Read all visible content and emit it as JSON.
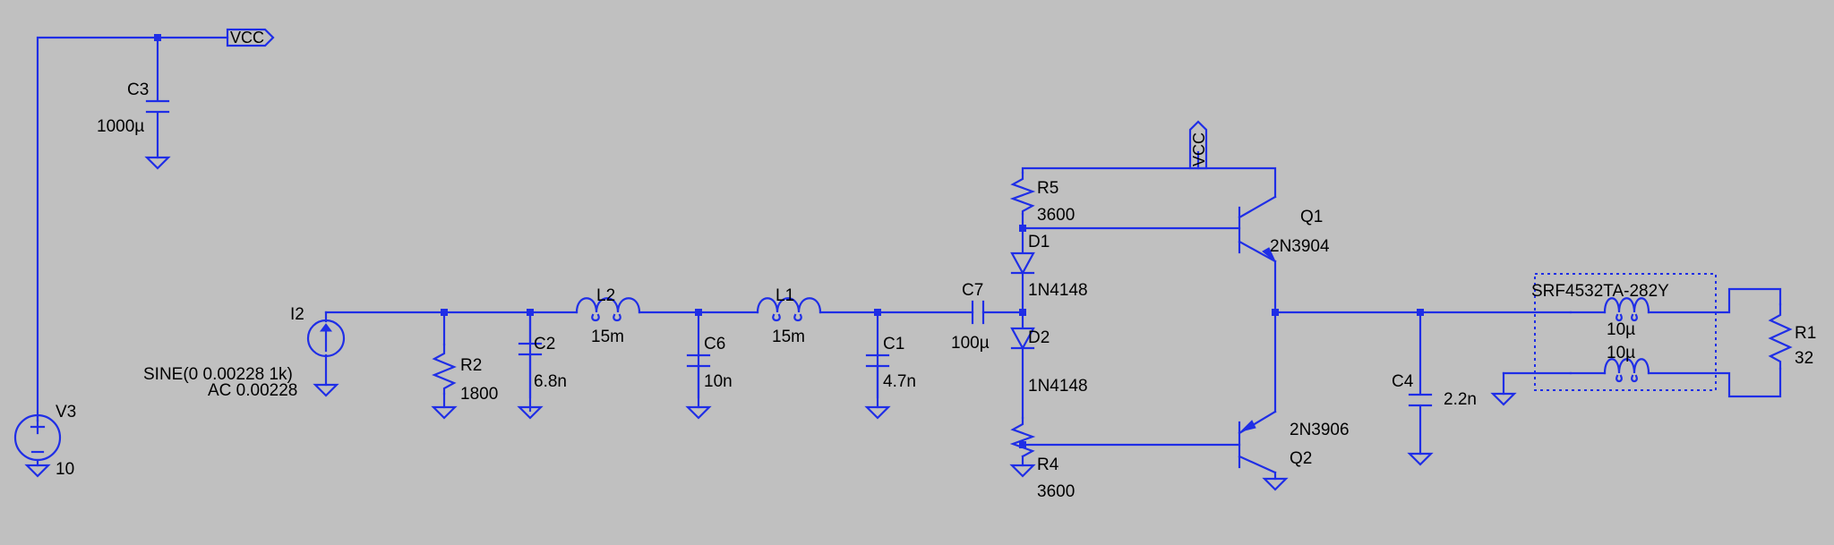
{
  "nets": {
    "vcc_top": "VCC",
    "vcc_mid": "VCC"
  },
  "components": {
    "V3": {
      "ref": "V3",
      "value": "10"
    },
    "C3": {
      "ref": "C3",
      "value": "1000µ"
    },
    "I2": {
      "ref": "I2",
      "value_line1": "SINE(0 0.00228 1k)",
      "value_line2": "AC 0.00228"
    },
    "R2": {
      "ref": "R2",
      "value": "1800"
    },
    "C2": {
      "ref": "C2",
      "value": "6.8n"
    },
    "L2": {
      "ref": "L2",
      "value": "15m"
    },
    "C6": {
      "ref": "C6",
      "value": "10n"
    },
    "L1": {
      "ref": "L1",
      "value": "15m"
    },
    "C1": {
      "ref": "C1",
      "value": "4.7n"
    },
    "C7": {
      "ref": "C7",
      "value": "100µ"
    },
    "R5": {
      "ref": "R5",
      "value": "3600"
    },
    "D1": {
      "ref": "D1",
      "value": "1N4148"
    },
    "D2": {
      "ref": "D2",
      "value": "1N4148"
    },
    "R4": {
      "ref": "R4",
      "value": "3600"
    },
    "Q1": {
      "ref": "Q1",
      "value": "2N3904"
    },
    "Q2": {
      "ref": "Q2",
      "value": "2N3906"
    },
    "C4": {
      "ref": "C4",
      "value": "2.2n"
    },
    "T1": {
      "value": "SRF4532TA-282Y",
      "l1": "10µ",
      "l2": "10µ"
    },
    "R1": {
      "ref": "R1",
      "value": "32"
    }
  }
}
